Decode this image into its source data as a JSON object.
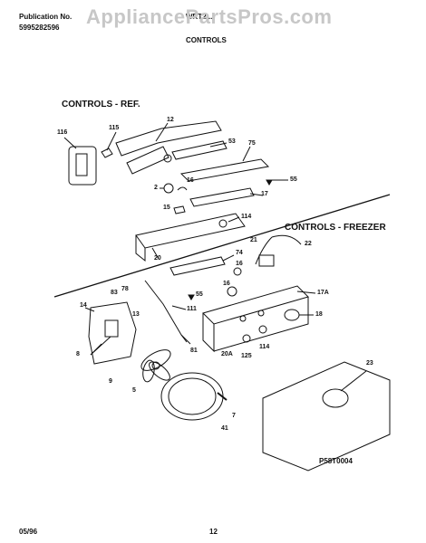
{
  "header": {
    "publication_label": "Publication No.",
    "publication_number": "5995282596",
    "model_partial": "WRT2...",
    "page_title": "CONTROLS",
    "watermark": "AppliancePartsPros.com"
  },
  "sections": {
    "ref_title": "CONTROLS - REF.",
    "freezer_title": "CONTROLS - FREEZER"
  },
  "callouts": {
    "c116": "116",
    "c115": "115",
    "c12": "12",
    "c53": "53",
    "c75": "75",
    "c55a": "55",
    "c2": "2",
    "c16a": "16",
    "c17": "17",
    "c15": "15",
    "c114a": "114",
    "c20": "20",
    "c22": "22",
    "c21": "21",
    "c74": "74",
    "c16b": "16",
    "c55b": "55",
    "c16c": "16",
    "c83": "83",
    "c78": "78",
    "c17a": "17A",
    "c14": "14",
    "c13": "13",
    "c111": "111",
    "c18": "18",
    "c8": "8",
    "c81": "81",
    "c20a": "20A",
    "c125": "125",
    "c114b": "114",
    "c9": "9",
    "c5": "5",
    "c23": "23",
    "c7": "7",
    "c41": "41"
  },
  "footer": {
    "diagram_code": "P58T0004",
    "date": "05/96",
    "page_number": "12"
  }
}
